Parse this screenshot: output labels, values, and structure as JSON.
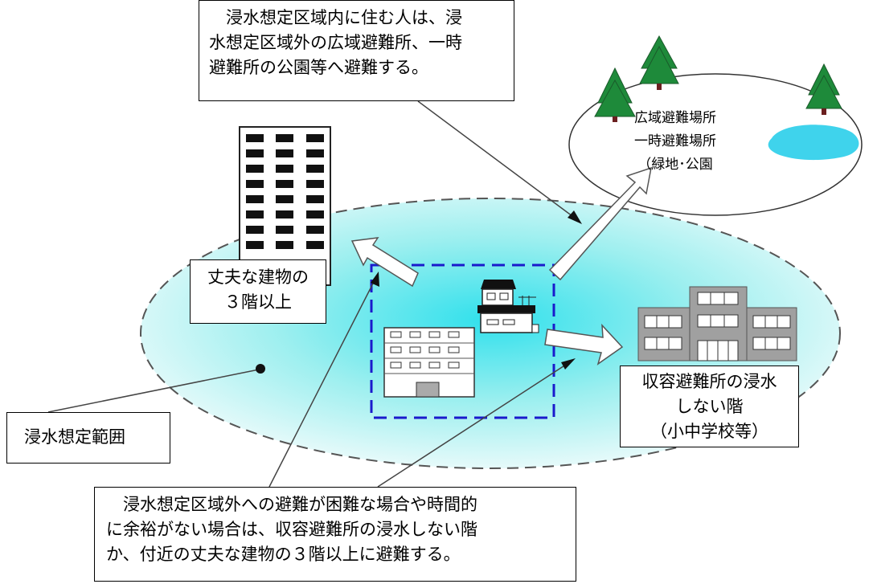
{
  "callouts": {
    "top": {
      "lines": [
        "　浸水想定区域内に住む人は、浸",
        "水想定区域外の広域避難所、一時",
        "避難所の公園等へ避難する。"
      ]
    },
    "bottom": {
      "lines": [
        "　浸水想定区域外への避難が困難な場合や時間的",
        "に余裕がない場合は、収容避難所の浸水しない階",
        "か、付近の丈夫な建物の３階以上に避難する。"
      ]
    },
    "sturdy_building": {
      "lines": [
        "丈夫な建物の",
        "３階以上"
      ]
    },
    "shelter": {
      "lines": [
        "収容避難所の浸水",
        "しない階",
        "（小中学校等）"
      ]
    },
    "flood_area": {
      "label": "浸水想定範囲"
    }
  },
  "park_label": {
    "lines": [
      "広域避難場所",
      "一時避難場所",
      "（緑地･公園"
    ]
  },
  "colors": {
    "flood_water": "#30e0ec",
    "tree_green": "#1e8a3a",
    "tree_trunk": "#6b2020",
    "pond": "#3fd3ec",
    "house_zone": "#1a1acc",
    "building_dark": "#111111",
    "school_gray": "#a0a0a0"
  },
  "icons": [
    "tall-building-icon",
    "house-icon",
    "apartment-icon",
    "school-icon",
    "tree-icon",
    "pond-icon",
    "arrow-icon"
  ]
}
